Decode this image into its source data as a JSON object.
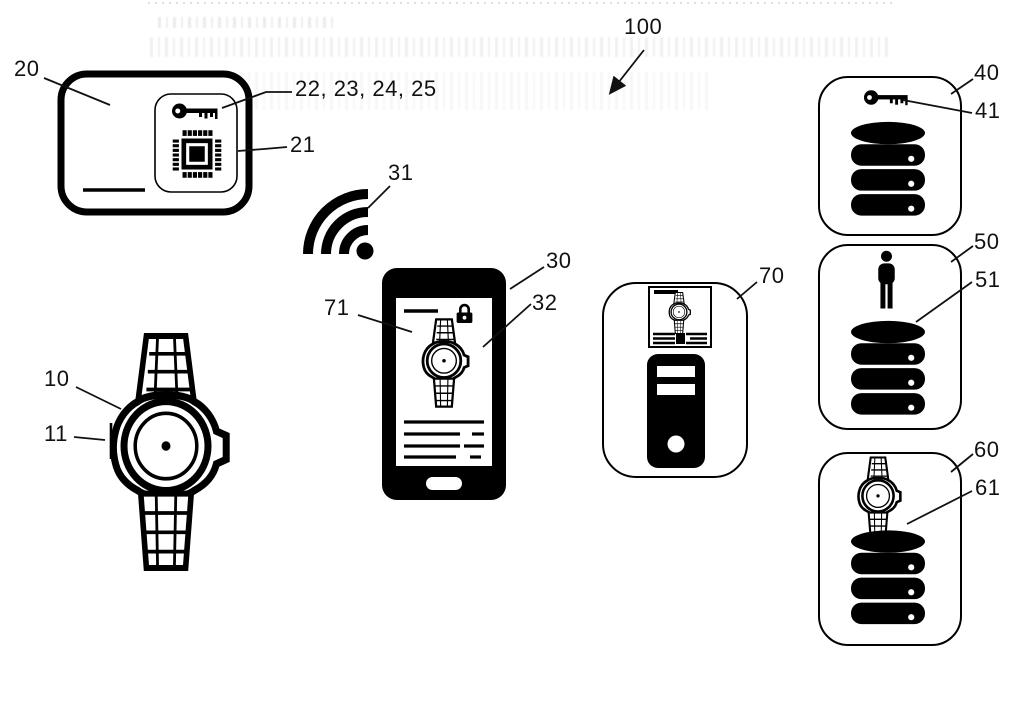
{
  "figure": {
    "type": "patent-system-diagram",
    "colors": {
      "ink": "#000000",
      "background": "#ffffff",
      "label_text": "#111111"
    },
    "labels": {
      "system": "100",
      "watch": "10",
      "watch_marking": "11",
      "card": "20",
      "card_chip": "21",
      "card_keys": "22, 23, 24, 25",
      "phone": "30",
      "signal": "31",
      "phone_screen": "32",
      "listing_image": "71",
      "server": "70",
      "key_database_box": "40",
      "key_database_key": "41",
      "user_database_box": "50",
      "user_database": "51",
      "watch_database_box": "60",
      "watch_database": "61"
    },
    "icons": [
      "key-icon",
      "chip-icon",
      "watch-icon",
      "wifi-signal-icon",
      "lock-icon",
      "smartphone-icon",
      "server-tower-icon",
      "document-icon",
      "database-icon",
      "person-icon"
    ]
  }
}
